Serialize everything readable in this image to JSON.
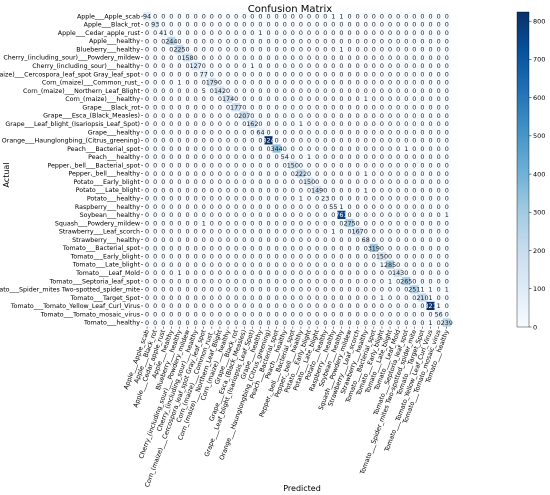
{
  "chart_data": {
    "type": "heatmap",
    "title": "Confusion Matrix",
    "xlabel": "Predicted",
    "ylabel": "Actual",
    "labels": [
      "Apple___Apple_scab",
      "Apple___Black_rot",
      "Apple___Cedar_apple_rust",
      "Apple___healthy",
      "Blueberry___healthy",
      "Cherry_(including_sour)___Powdery_mildew",
      "Cherry_(including_sour)___healthy",
      "Corn_(maize)___Cercospora_leaf_spot Gray_leaf_spot",
      "Corn_(maize)___Common_rust_",
      "Corn_(maize)___Northern_Leaf_Blight",
      "Corn_(maize)___healthy",
      "Grape___Black_rot",
      "Grape___Esca_(Black_Measles)",
      "Grape___Leaf_blight_(Isariopsis_Leaf_Spot)",
      "Grape___healthy",
      "Orange___Haunglongbing_(Citrus_greening)",
      "Peach___Bacterial_spot",
      "Peach___healthy",
      "Pepper,_bell___Bacterial_spot",
      "Pepper,_bell___healthy",
      "Potato___Early_blight",
      "Potato___Late_blight",
      "Potato___healthy",
      "Raspberry___healthy",
      "Soybean___healthy",
      "Squash___Powdery_mildew",
      "Strawberry___Leaf_scorch",
      "Strawberry___healthy",
      "Tomato___Bacterial_spot",
      "Tomato___Early_blight",
      "Tomato___Late_blight",
      "Tomato___Leaf_Mold",
      "Tomato___Septoria_leaf_spot",
      "Tomato___Spider_mites Two-spotted_spider_mite",
      "Tomato___Target_Spot",
      "Tomato___Tomato_Yellow_Leaf_Curl_Virus",
      "Tomato___Tomato_mosaic_virus",
      "Tomato___healthy"
    ],
    "diagonal": [
      94,
      93,
      41,
      244,
      225,
      158,
      127,
      77,
      179,
      142,
      174,
      177,
      207,
      162,
      64,
      824,
      344,
      54,
      150,
      222,
      150,
      149,
      23,
      55,
      761,
      275,
      167,
      68,
      319,
      150,
      285,
      143,
      265,
      251,
      210,
      821,
      56,
      239
    ],
    "off_diagonal": [
      {
        "row": 0,
        "col": 23,
        "value": 1
      },
      {
        "row": 0,
        "col": 24,
        "value": 1
      },
      {
        "row": 2,
        "col": 14,
        "value": 1
      },
      {
        "row": 4,
        "col": 24,
        "value": 1
      },
      {
        "row": 6,
        "col": 13,
        "value": 1
      },
      {
        "row": 8,
        "col": 4,
        "value": 1
      },
      {
        "row": 9,
        "col": 7,
        "value": 5
      },
      {
        "row": 10,
        "col": 27,
        "value": 1
      },
      {
        "row": 13,
        "col": 19,
        "value": 1
      },
      {
        "row": 16,
        "col": 32,
        "value": 1
      },
      {
        "row": 17,
        "col": 20,
        "value": 1
      },
      {
        "row": 19,
        "col": 27,
        "value": 1
      },
      {
        "row": 21,
        "col": 27,
        "value": 1
      },
      {
        "row": 22,
        "col": 19,
        "value": 1
      },
      {
        "row": 23,
        "col": 24,
        "value": 1
      },
      {
        "row": 24,
        "col": 37,
        "value": 1
      },
      {
        "row": 25,
        "col": 7,
        "value": 1
      },
      {
        "row": 26,
        "col": 23,
        "value": 1
      },
      {
        "row": 30,
        "col": 29,
        "value": 1
      },
      {
        "row": 31,
        "col": 4,
        "value": 1
      },
      {
        "row": 32,
        "col": 30,
        "value": 1
      },
      {
        "row": 33,
        "col": 34,
        "value": 1
      },
      {
        "row": 33,
        "col": 35,
        "value": 1
      },
      {
        "row": 33,
        "col": 37,
        "value": 1
      },
      {
        "row": 34,
        "col": 29,
        "value": 1
      },
      {
        "row": 34,
        "col": 35,
        "value": 1
      },
      {
        "row": 35,
        "col": 36,
        "value": 1
      },
      {
        "row": 37,
        "col": 35,
        "value": 1
      }
    ],
    "colorbar": {
      "vmin": 0,
      "vmax": 824,
      "ticks": [
        0,
        100,
        200,
        300,
        400,
        500,
        600,
        700,
        800
      ],
      "colors": [
        "#f7fbff",
        "#deebf7",
        "#c6dbef",
        "#9ecae1",
        "#6baed6",
        "#4292c6",
        "#2171b5",
        "#08519c",
        "#08306b"
      ]
    },
    "grid": false
  }
}
